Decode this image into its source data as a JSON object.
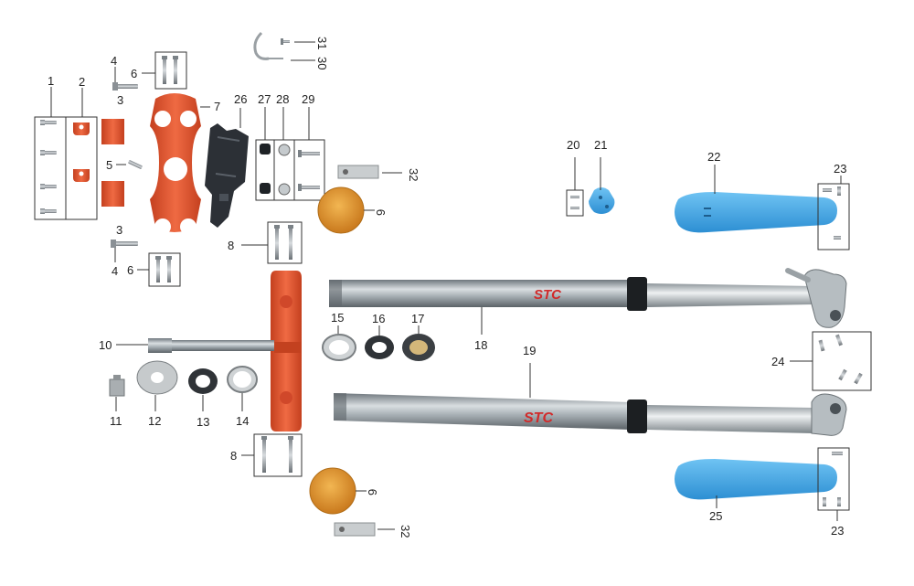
{
  "colors": {
    "anodized_red": "#e2532e",
    "fender_blue": "#3fa7e6",
    "reflector_amber": "#e39a2c",
    "fork_silver": "#9aa3a9",
    "bracket_black": "#2c3036",
    "label_ink": "#222222"
  },
  "callouts": {
    "c1": "1",
    "c2": "2",
    "c3a": "3",
    "c3b": "3",
    "c4a": "4",
    "c4b": "4",
    "c5": "5",
    "c6a": "6",
    "c6b": "6",
    "c7": "7",
    "c8a": "8",
    "c8b": "8",
    "c9a": "9",
    "c9b": "9",
    "c10": "10",
    "c11": "11",
    "c12": "12",
    "c13": "13",
    "c14": "14",
    "c15": "15",
    "c16": "16",
    "c17": "17",
    "c18": "18",
    "c19": "19",
    "c20": "20",
    "c21": "21",
    "c22": "22",
    "c23a": "23",
    "c23b": "23",
    "c24": "24",
    "c25": "25",
    "c26": "26",
    "c27": "27",
    "c28": "28",
    "c29": "29",
    "c30": "30",
    "c31": "31",
    "c32a": "32",
    "c32b": "32"
  },
  "decals": {
    "fork_logo": "STC"
  }
}
